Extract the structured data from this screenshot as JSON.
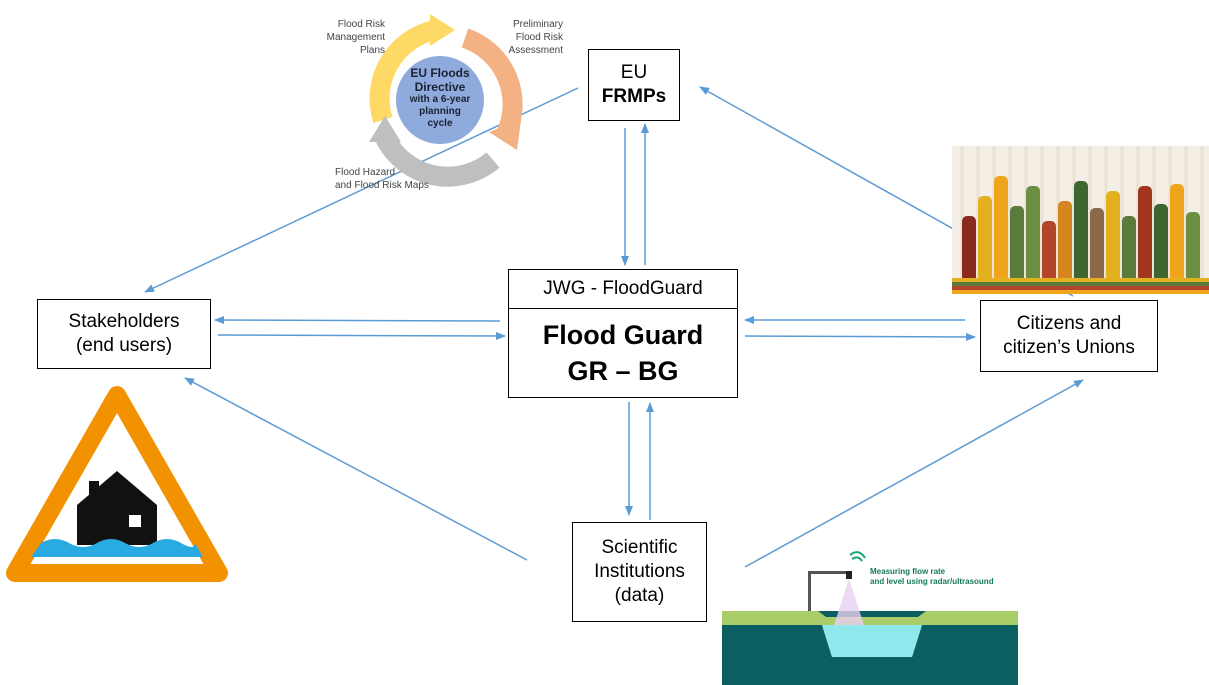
{
  "nodes": {
    "eu_frmps": {
      "line1": "EU",
      "line2": "FRMPs"
    },
    "jwg": {
      "label": "JWG - FloodGuard"
    },
    "flood_guard": {
      "line1": "Flood Guard",
      "line2": "GR – BG"
    },
    "stakeholders": {
      "line1": "Stakeholders",
      "line2": "(end users)"
    },
    "citizens": {
      "line1": "Citizens and",
      "line2": "citizen’s Unions"
    },
    "scientific": {
      "line1": "Scientific",
      "line2": "Institutions",
      "line3": "(data)"
    }
  },
  "cycle": {
    "center_line1": "EU Floods",
    "center_line2": "Directive",
    "center_line3": "with a 6-year",
    "center_line4": "planning",
    "center_line5": "cycle",
    "label_plans_1": "Flood Risk",
    "label_plans_2": "Management",
    "label_plans_3": "Plans",
    "label_assessment_1": "Preliminary",
    "label_assessment_2": "Flood Risk",
    "label_assessment_3": "Assessment",
    "label_maps_1": "Flood Hazard",
    "label_maps_2": "and Flood Risk Maps"
  },
  "sensor": {
    "caption_line1": "Measuring flow rate",
    "caption_line2": "and level using radar/ultrasound"
  },
  "colors": {
    "arrow": "#5b9bd5",
    "cycle_yellow": "#ffd966",
    "cycle_orange": "#f4b183",
    "cycle_grey": "#bfbfbf",
    "cycle_center": "#8faadc",
    "warning_orange": "#f39200",
    "water_blue": "#29abe2",
    "ground_green": "#a9cd68",
    "ground_teal": "#0b5f63",
    "sensor_water": "#8ee8ec"
  },
  "icons": {
    "flood_warning": "flood-warning-icon",
    "raised_hands": "raised-hands-icon",
    "flow_sensor": "flow-sensor-icon"
  }
}
